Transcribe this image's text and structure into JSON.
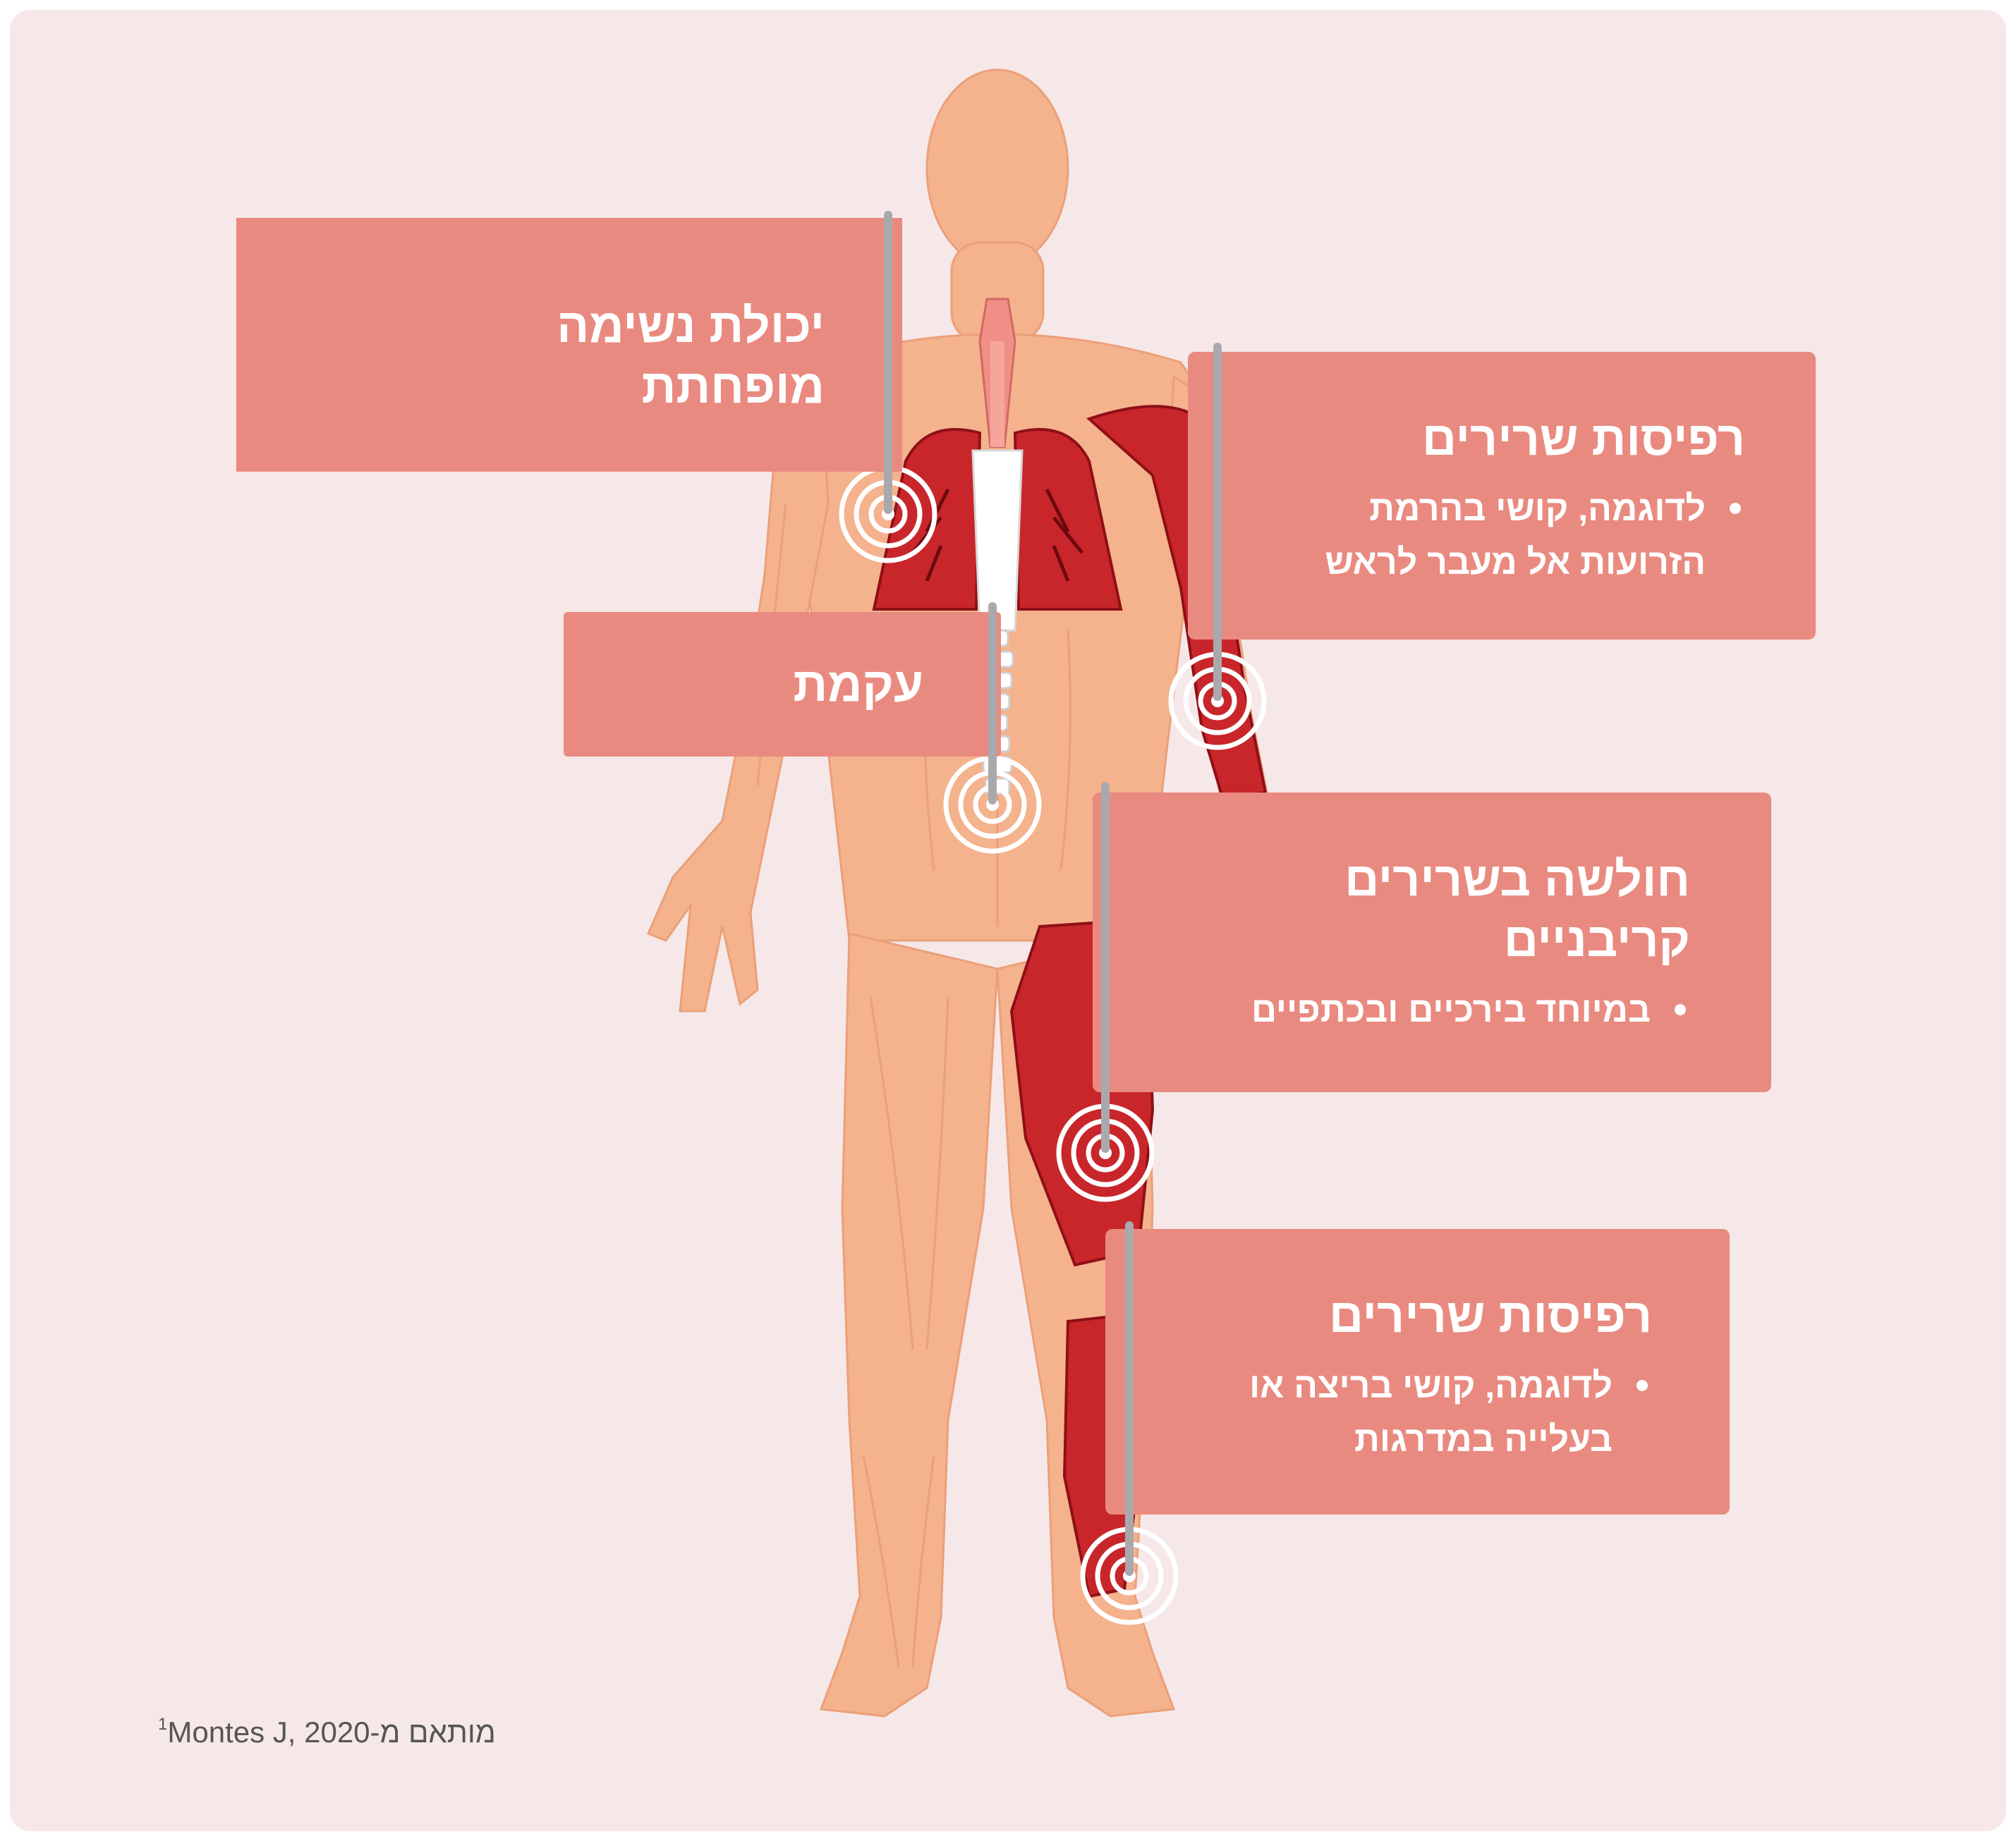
{
  "colors": {
    "background": "#f6e8e8",
    "callout_fill": "#e98a80",
    "callout_text": "#ffffff",
    "skin": "#f4b28d",
    "muscle_highlight": "#c8262b",
    "lungs": "#c8262b",
    "pin_line": "#a9a9ad"
  },
  "callouts": {
    "breathing": {
      "title": "יכולת נשימה\nמופחתת"
    },
    "scoliosis": {
      "title": "עקמת"
    },
    "arm": {
      "title": "רפיסות שרירים",
      "bullets": [
        "לדוגמה, קושי בהרמת\nהזרועות אל מעבר לראש"
      ]
    },
    "hip": {
      "title": "חולשה בשרירים\nקריבניים",
      "bullets": [
        "במיוחד בירכיים ובכתפיים"
      ]
    },
    "leg": {
      "title": "רפיסות שרירים",
      "bullets": [
        "לדוגמה, קושי בריצה או\nבעלייה במדרגות"
      ]
    }
  },
  "source": {
    "superscript": "1",
    "text": "Montes J, 2020-מותאם מ"
  }
}
